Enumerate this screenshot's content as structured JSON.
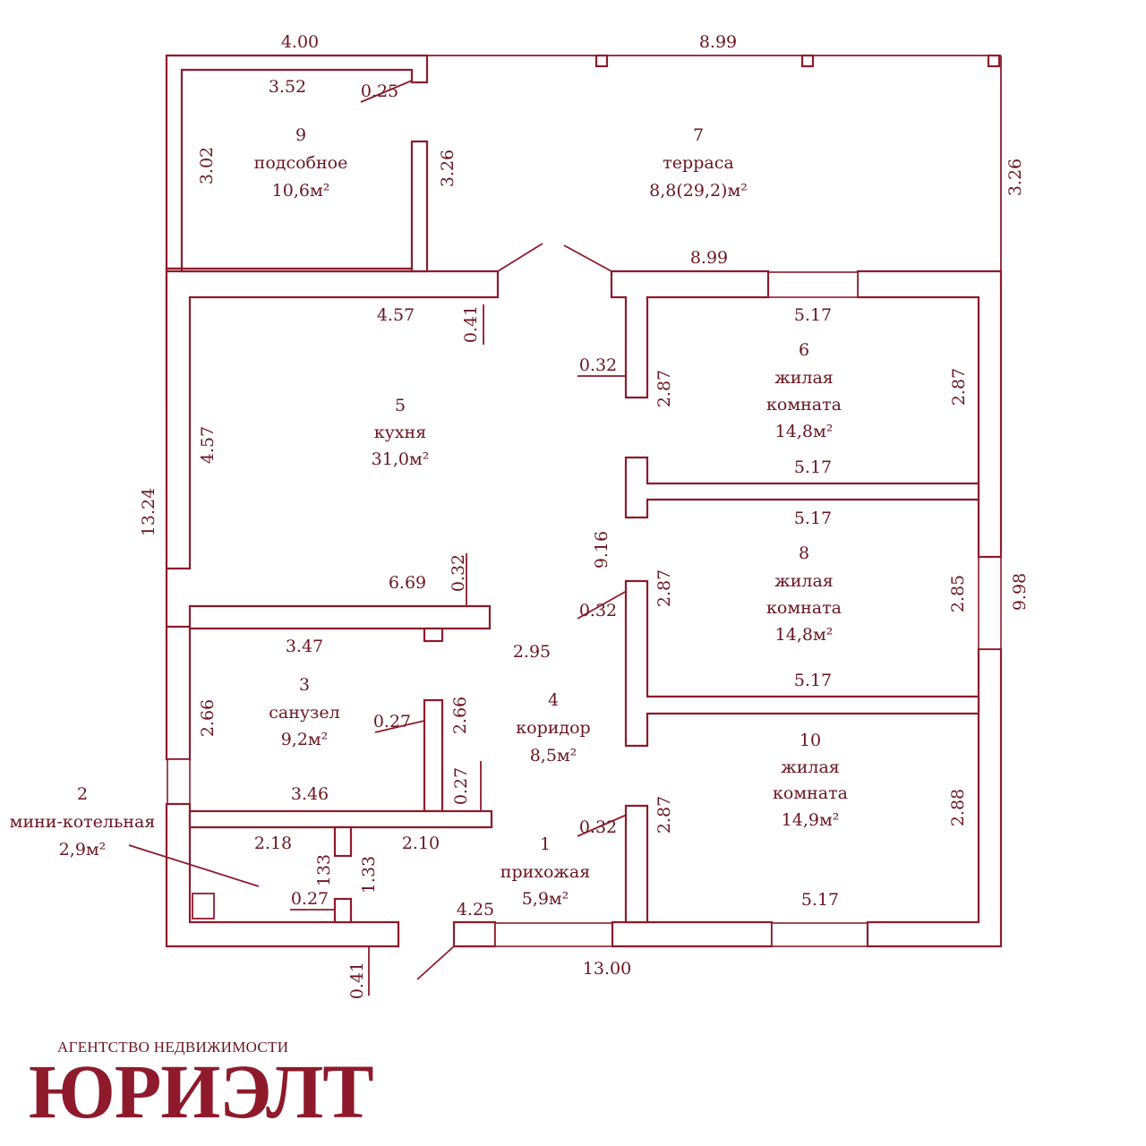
{
  "colors": {
    "wall": "#8e1a2c",
    "text": "#6a1520",
    "background": "#ffffff"
  },
  "dimensions": {
    "top_left_width": "4.00",
    "top_right_width": "8.99",
    "room9_width": "3.52",
    "wall_025": "0.25",
    "room9_height": "3.02",
    "partition_3_26": "3.26",
    "right_3_26": "3.26",
    "terrace_bottom": "8.99",
    "kitchen_top": "4.57",
    "door_041": "0.41",
    "room6_top": "5.17",
    "wall_032_a": "0.32",
    "room6_left": "2.87",
    "room6_right": "2.87",
    "kitchen_left": "4.57",
    "overall_left": "13.24",
    "room6_bottom": "5.17",
    "room8_top": "5.17",
    "corridor_9_16": "9.16",
    "wall_032_b": "0.32",
    "kitchen_bottom": "6.69",
    "room8_left": "2.87",
    "wall_032_c": "0.32",
    "room8_right": "2.85",
    "overall_right": "9.98",
    "wc_top": "3.47",
    "corridor_2_95": "2.95",
    "room8_bottom": "5.17",
    "wc_left": "2.66",
    "wall_027_a": "0.27",
    "wc_right": "2.66",
    "wall_027_b": "0.27",
    "wc_bottom": "3.46",
    "boiler_2_18": "2.18",
    "hall_2_10": "2.10",
    "wall_032_d": "0.32",
    "room10_left": "2.87",
    "room10_right": "2.88",
    "boiler_133": "133",
    "boiler_1_33": "1.33",
    "wall_027_c": "0.27",
    "entry_4_25": "4.25",
    "room10_bottom": "5.17",
    "overall_bottom": "13.00",
    "door_041_b": "0.41"
  },
  "rooms": {
    "r9": {
      "num": "9",
      "name": "подсобное",
      "area": "10,6м²"
    },
    "r7": {
      "num": "7",
      "name": "терраса",
      "area": "8,8(29,2)м²"
    },
    "r5": {
      "num": "5",
      "name": "кухня",
      "area": "31,0м²"
    },
    "r6": {
      "num": "6",
      "name1": "жилая",
      "name2": "комната",
      "area": "14,8м²"
    },
    "r8": {
      "num": "8",
      "name1": "жилая",
      "name2": "комната",
      "area": "14,8м²"
    },
    "r3": {
      "num": "3",
      "name": "санузел",
      "area": "9,2м²"
    },
    "r4": {
      "num": "4",
      "name": "коридор",
      "area": "8,5м²"
    },
    "r10": {
      "num": "10",
      "name1": "жилая",
      "name2": "комната",
      "area": "14,9м²"
    },
    "r2": {
      "num": "2",
      "name": "мини-котельная",
      "area": "2,9м²"
    },
    "r1": {
      "num": "1",
      "name": "прихожая",
      "area": "5,9м²"
    }
  },
  "agency": {
    "subtitle": "АГЕНТСТВО НЕДВИЖИМОСТИ",
    "logo": "ЮРИЭЛТ"
  }
}
